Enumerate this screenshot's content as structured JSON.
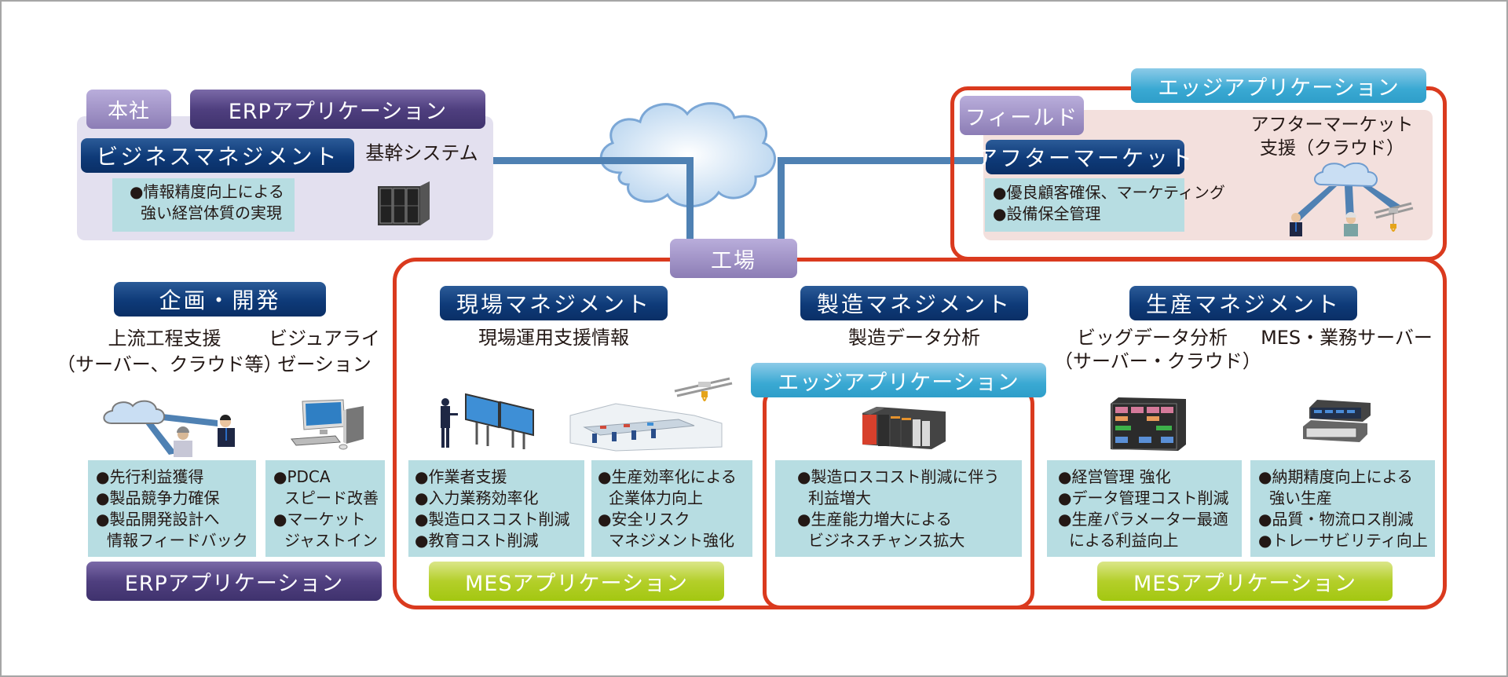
{
  "headquarters": {
    "location_label": "本社",
    "app_label": "ERPアプリケーション",
    "management_label": "ビジネスマネジメント",
    "system_label": "基幹システム",
    "benefits": [
      "●情報精度向上による",
      "強い経営体質の実現"
    ],
    "icons": [
      "server-rack-icon"
    ]
  },
  "network": {
    "cloud_icon": "cloud-icon"
  },
  "field": {
    "app_label": "エッジアプリケーション",
    "location_label": "フィールド",
    "management_label": "アフターマーケット",
    "support_label": [
      "アフターマーケット",
      "支援（クラウド）"
    ],
    "benefits": [
      "●優良顧客確保、マーケティング",
      "●設備保全管理"
    ],
    "icons": [
      "cloud-icon",
      "businessman-icon",
      "worker-icon",
      "crane-icon"
    ]
  },
  "factory": {
    "location_label": "工場",
    "site": {
      "management_label": "現場マネジメント",
      "subtitle": "現場運用支援情報",
      "benefits_left": [
        "●作業者支援",
        "●入力業務効率化",
        "●製造ロスコスト削減",
        "●教育コスト削減"
      ],
      "benefits_right": [
        "●生産効率化による",
        "企業体力向上",
        "●安全リスク",
        "マネジメント強化"
      ],
      "app_label": "MESアプリケーション",
      "icons": [
        "operator-with-displays-icon",
        "production-line-icon",
        "crane-icon"
      ]
    },
    "manufacturing": {
      "management_label": "製造マネジメント",
      "subtitle": "製造データ分析",
      "app_label": "エッジアプリケーション",
      "benefits": [
        "●製造ロスコスト削減に伴う",
        "利益増大",
        "●生産能力増大による",
        "ビジネスチャンス拡大"
      ],
      "icons": [
        "plc-controller-icon"
      ]
    },
    "production": {
      "management_label": "生産マネジメント",
      "subtitle_left": [
        "ビッグデータ分析",
        "（サーバー・クラウド）"
      ],
      "subtitle_right": [
        "MES・業務サーバー"
      ],
      "benefits_left": [
        "●経営管理 強化",
        "●データ管理コスト削減",
        "●生産パラメーター最適",
        "による利益向上"
      ],
      "benefits_right": [
        "●納期精度向上による",
        "強い生産",
        "●品質・物流ロス削減",
        "●トレーサビリティ向上"
      ],
      "app_label": "MESアプリケーション",
      "icons": [
        "storage-server-icon",
        "rack-server-icon"
      ]
    }
  },
  "planning": {
    "management_label": "企画・開発",
    "subtitle_left": [
      "上流工程支援",
      "（サーバー、クラウド等）"
    ],
    "subtitle_right": [
      "ビジュアライ",
      "ゼーション"
    ],
    "benefits_left": [
      "●先行利益獲得",
      "●製品競争力確保",
      "●製品開発設計へ",
      "情報フィードバック"
    ],
    "benefits_right": [
      "●PDCA",
      "スピード改善",
      "●マーケット",
      "ジャストイン"
    ],
    "app_label": "ERPアプリケーション",
    "icons": [
      "cloud-icon",
      "woman-icon",
      "businessman-icon",
      "desktop-computer-icon"
    ]
  },
  "colors": {
    "red_frame": "#da3a1e",
    "navy": "#0e3a78",
    "purple": "#4f3f7f",
    "lavender": "#8c7db5",
    "edge_blue": "#3aa9d3",
    "mes_green": "#b4cf2a",
    "info_bg": "#b7dde2",
    "connector": "#4f81b3"
  }
}
